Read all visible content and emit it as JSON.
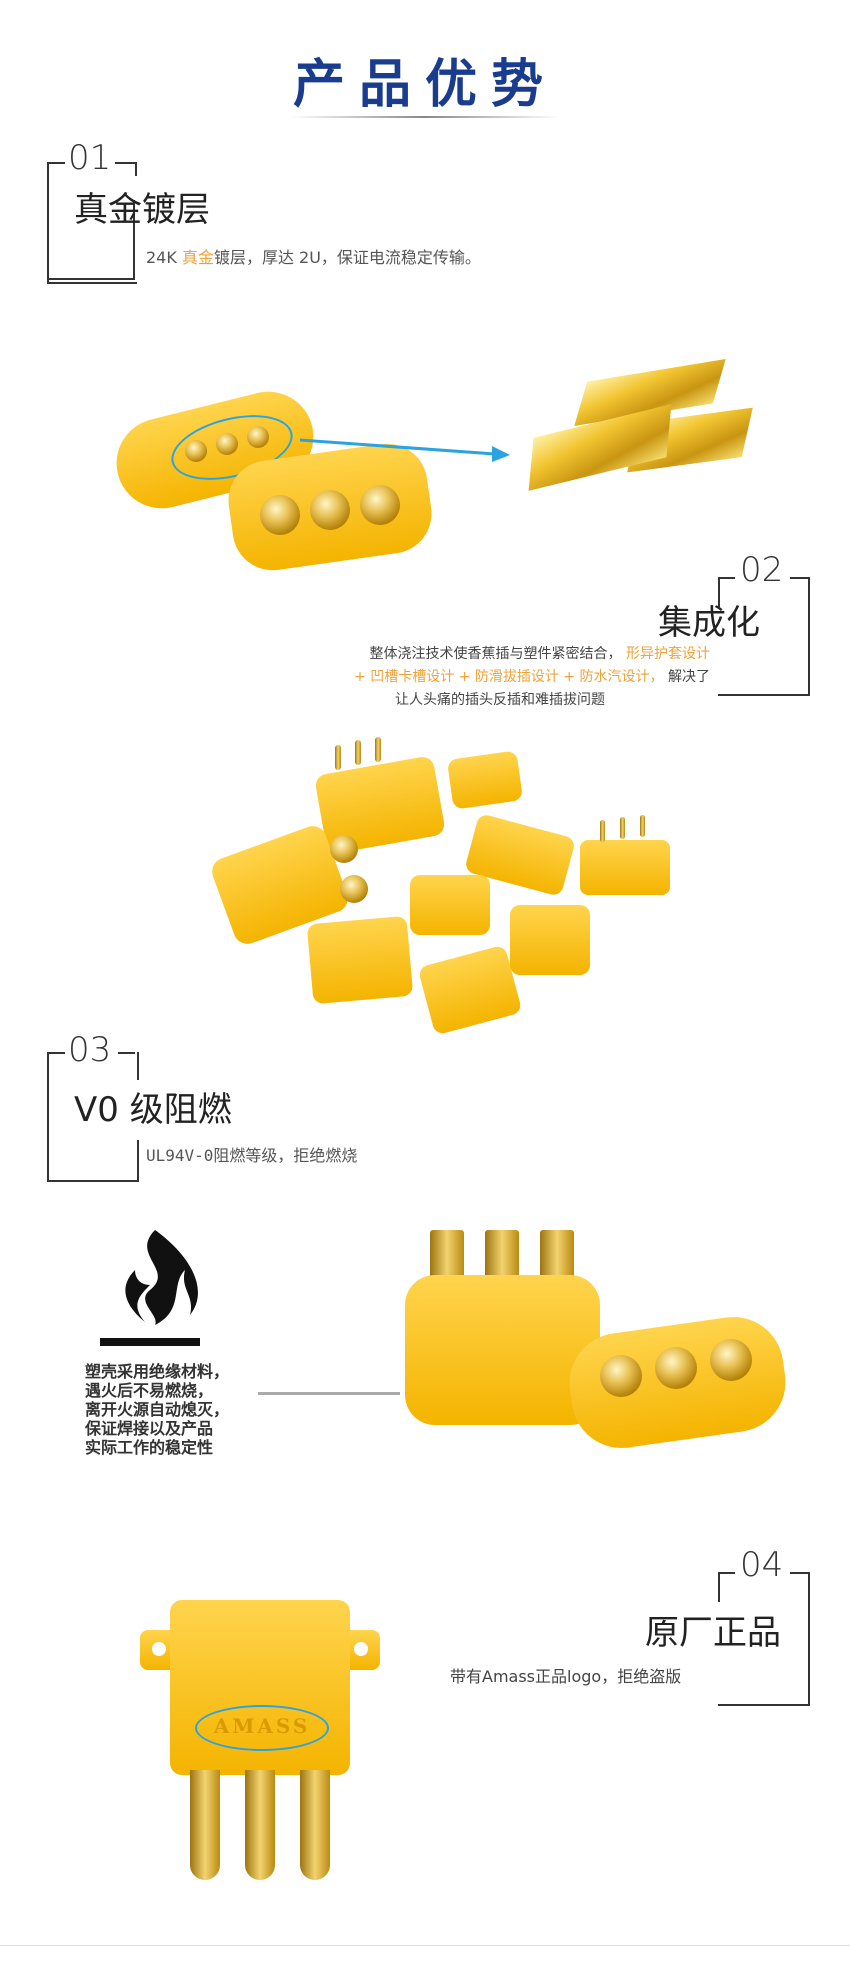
{
  "header": {
    "title": "产品优势"
  },
  "sections": [
    {
      "number": "01",
      "title": "真金镀层",
      "desc_prefix": "24K ",
      "desc_accent": "真金",
      "desc_suffix": "镀层，厚达 2U，保证电流稳定传输。"
    },
    {
      "number": "02",
      "title": "集成化",
      "desc_line1_prefix": "整体浇注技术使香蕉插与塑件紧密结合，",
      "desc_line1_accent": "形异护套设计",
      "desc_line2_accent": "+ 凹槽卡槽设计 + 防滑拔插设计 + 防水汽设计，",
      "desc_line2_suffix": "解决了",
      "desc_line3": "让人头痛的插头反插和难插拔问题"
    },
    {
      "number": "03",
      "title": "V0 级阻燃",
      "desc": "UL94V-0阻燃等级，拒绝燃烧",
      "fire_text": [
        "塑壳采用绝缘材料，",
        "遇火后不易燃烧，",
        "离开火源自动熄灭，",
        "保证焊接以及产品",
        "实际工作的稳定性"
      ]
    },
    {
      "number": "04",
      "title": "原厂正品",
      "desc": "带有Amass正品logo，拒绝盗版",
      "logo_text": "AMASS"
    }
  ],
  "colors": {
    "title_blue": "#1a3c8f",
    "accent_orange": "#f0a23a",
    "connector_yellow": "#f4b400",
    "arrow_blue": "#2aa3e0"
  }
}
